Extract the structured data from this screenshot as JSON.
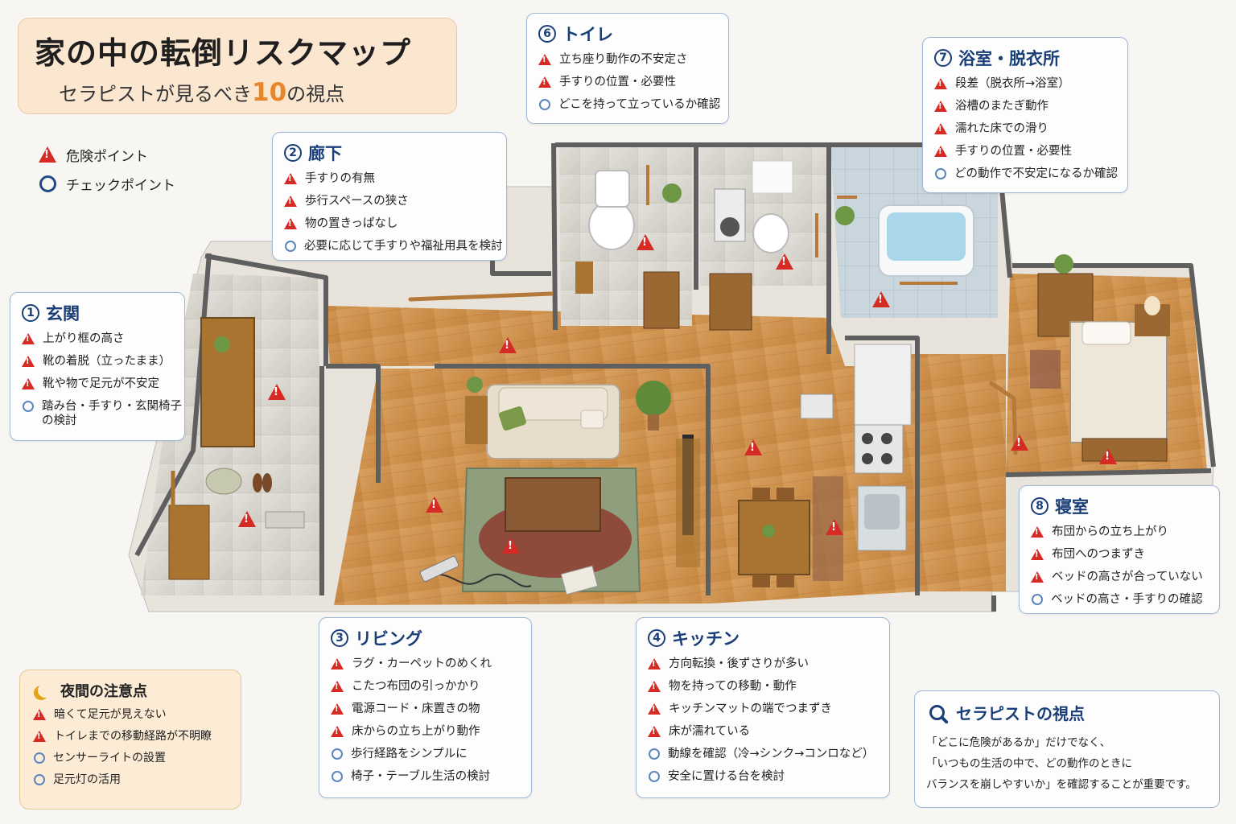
{
  "title": {
    "main": "家の中の転倒リスクマップ",
    "sub_before": "セラピストが見るべき",
    "sub_number": "10",
    "sub_after": "の視点"
  },
  "legend": {
    "danger": "危険ポイント",
    "check": "チェックポイント"
  },
  "colors": {
    "danger": "#d52b24",
    "check": "#1e4a85",
    "heading": "#1a3f78",
    "accent": "#e8862a"
  },
  "areas": {
    "genkan": {
      "num": "1",
      "name": "玄関",
      "items": [
        {
          "type": "danger",
          "text": "上がり框の高さ"
        },
        {
          "type": "danger",
          "text": "靴の着脱（立ったまま）"
        },
        {
          "type": "danger",
          "text": "靴や物で足元が不安定"
        },
        {
          "type": "check",
          "text": "踏み台・手すり・玄関椅子",
          "text2": "の検討"
        }
      ]
    },
    "rouka": {
      "num": "2",
      "name": "廊下",
      "items": [
        {
          "type": "danger",
          "text": "手すりの有無"
        },
        {
          "type": "danger",
          "text": "歩行スペースの狭さ"
        },
        {
          "type": "danger",
          "text": "物の置きっぱなし"
        },
        {
          "type": "check",
          "text": "必要に応じて手すりや福祉用具を検討"
        }
      ]
    },
    "living": {
      "num": "3",
      "name": "リビング",
      "items": [
        {
          "type": "danger",
          "text": "ラグ・カーペットのめくれ"
        },
        {
          "type": "danger",
          "text": "こたつ布団の引っかかり"
        },
        {
          "type": "danger",
          "text": "電源コード・床置きの物"
        },
        {
          "type": "danger",
          "text": "床からの立ち上がり動作"
        },
        {
          "type": "check",
          "text": "歩行経路をシンプルに"
        },
        {
          "type": "check",
          "text": "椅子・テーブル生活の検討"
        }
      ]
    },
    "kitchen": {
      "num": "4",
      "name": "キッチン",
      "items": [
        {
          "type": "danger",
          "text": "方向転換・後ずさりが多い"
        },
        {
          "type": "danger",
          "text": "物を持っての移動・動作"
        },
        {
          "type": "danger",
          "text": "キッチンマットの端でつまずき"
        },
        {
          "type": "danger",
          "text": "床が濡れている"
        },
        {
          "type": "check",
          "text": "動線を確認（冷→シンク→コンロなど）"
        },
        {
          "type": "check",
          "text": "安全に置ける台を検討"
        }
      ]
    },
    "toilet": {
      "num": "6",
      "name": "トイレ",
      "items": [
        {
          "type": "danger",
          "text": "立ち座り動作の不安定さ"
        },
        {
          "type": "danger",
          "text": "手すりの位置・必要性"
        },
        {
          "type": "check",
          "text": "どこを持って立っているか確認"
        }
      ]
    },
    "bath": {
      "num": "7",
      "name": "浴室・脱衣所",
      "items": [
        {
          "type": "danger",
          "text": "段差（脱衣所→浴室）"
        },
        {
          "type": "danger",
          "text": "浴槽のまたぎ動作"
        },
        {
          "type": "danger",
          "text": "濡れた床での滑り"
        },
        {
          "type": "danger",
          "text": "手すりの位置・必要性"
        },
        {
          "type": "check",
          "text": "どの動作で不安定になるか確認"
        }
      ]
    },
    "bedroom": {
      "num": "8",
      "name": "寝室",
      "items": [
        {
          "type": "danger",
          "text": "布団からの立ち上がり"
        },
        {
          "type": "danger",
          "text": "布団へのつまずき"
        },
        {
          "type": "danger",
          "text": "ベッドの高さが合っていない"
        },
        {
          "type": "check",
          "text": "ベッドの高さ・手すりの確認"
        }
      ]
    }
  },
  "night": {
    "title": "夜間の注意点",
    "items": [
      {
        "type": "danger",
        "text": "暗くて足元が見えない"
      },
      {
        "type": "danger",
        "text": "トイレまでの移動経路が不明瞭"
      },
      {
        "type": "check",
        "text": "センサーライトの設置"
      },
      {
        "type": "check",
        "text": "足元灯の活用"
      }
    ]
  },
  "therapist_view": {
    "title": "セラピストの視点",
    "lines": [
      "「どこに危険があるか」だけでなく、",
      "「いつもの生活の中で、どの動作のときに",
      "バランスを崩しやすいか」を確認することが重要です。"
    ]
  }
}
